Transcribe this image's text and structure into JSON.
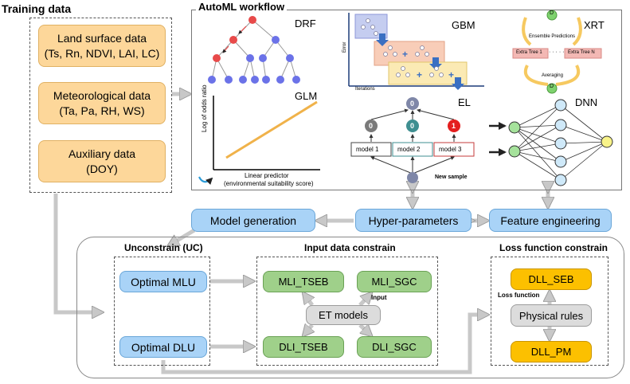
{
  "training": {
    "title": "Training data",
    "land": [
      "Land surface data",
      "(Ts, Rn, NDVI, LAI, LC)"
    ],
    "meteo": [
      "Meteorological data",
      "(Ta, Pa, RH, WS)"
    ],
    "aux": [
      "Auxiliary data",
      "(DOY)"
    ]
  },
  "automl": {
    "title": "AutoML workflow",
    "drf": "DRF",
    "gbm": "GBM",
    "xrt": "XRT",
    "glm": "GLM",
    "el": "EL",
    "dnn": "DNN",
    "glm_ylabel": "Log of odds ratio",
    "glm_xlabel_1": "Linear predictor",
    "glm_xlabel_2": "(environmental suitability score)",
    "gbm_ylabel": "Error",
    "gbm_xlabel": "Iterations",
    "xrt_top": "D",
    "xrt_ensemble": "Ensemble Predictions",
    "xrt_tree1": "Extra Tree 1",
    "xrt_dots": "· · · · ·",
    "xrt_treen": "Extra Tree N",
    "xrt_avg": "Averaging",
    "xrt_bottom": "D",
    "el_top": "0",
    "el_nodes": [
      "0",
      "0",
      "1"
    ],
    "el_models": [
      "model 1",
      "model 2",
      "model 3"
    ],
    "el_sample": "New sample"
  },
  "middle": {
    "model_generation": "Model generation",
    "hyper": "Hyper-parameters",
    "feature": "Feature engineering"
  },
  "uc": {
    "title": "Unconstrain (UC)",
    "mlu": "Optimal MLU",
    "dlu": "Optimal DLU"
  },
  "input": {
    "title": "Input data constrain",
    "mli_tseb": "MLI_TSEB",
    "mli_sgc": "MLI_SGC",
    "et": "ET models",
    "dli_tseb": "DLI_TSEB",
    "dli_sgc": "DLI_SGC",
    "input_label": "Input"
  },
  "loss": {
    "title": "Loss function constrain",
    "dll_seb": "DLL_SEB",
    "loss_label": "Loss function",
    "physical": "Physical rules",
    "dll_pm": "DLL_PM"
  },
  "colors": {
    "orange": "#fdd79a",
    "blue": "#a9d3f7",
    "green": "#9fd08a",
    "gray": "#dcdcdc",
    "gold": "#fcc000",
    "tree_red": "#e84a4a",
    "tree_blue": "#6b72e8"
  }
}
